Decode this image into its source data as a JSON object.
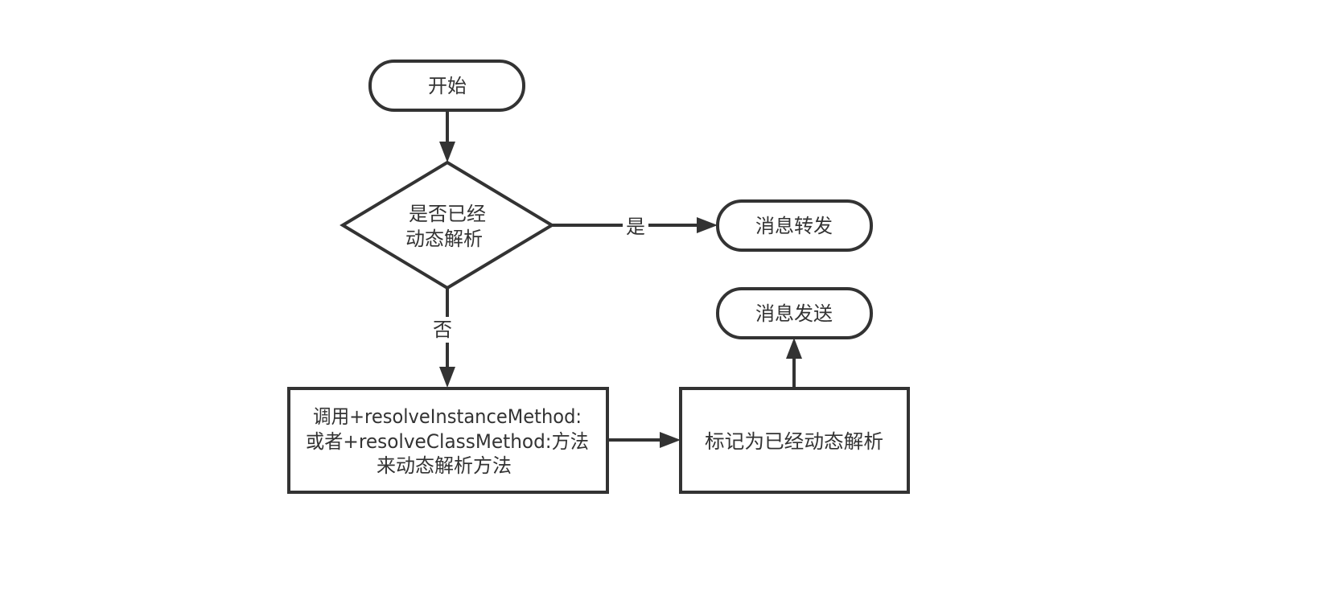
{
  "diagram": {
    "type": "flowchart",
    "nodes": {
      "start": {
        "shape": "terminator",
        "lines": [
          "开始"
        ]
      },
      "decision": {
        "shape": "diamond",
        "lines": [
          "是否已经",
          "动态解析"
        ]
      },
      "forward": {
        "shape": "terminator",
        "lines": [
          "消息转发"
        ]
      },
      "send": {
        "shape": "terminator",
        "lines": [
          "消息发送"
        ]
      },
      "resolve_call": {
        "shape": "process",
        "lines": [
          "调用+resolveInstanceMethod:",
          "或者+resolveClassMethod:方法",
          "来动态解析方法"
        ]
      },
      "mark_resolved": {
        "shape": "process",
        "lines": [
          "标记为已经动态解析"
        ]
      }
    },
    "edges": [
      {
        "from": "start",
        "to": "decision",
        "label": ""
      },
      {
        "from": "decision",
        "to": "forward",
        "label": "是"
      },
      {
        "from": "decision",
        "to": "resolve_call",
        "label": "否"
      },
      {
        "from": "resolve_call",
        "to": "mark_resolved",
        "label": ""
      },
      {
        "from": "mark_resolved",
        "to": "send",
        "label": ""
      }
    ],
    "colors": {
      "stroke": "#333333",
      "fill": "#ffffff",
      "text": "#333333"
    }
  }
}
